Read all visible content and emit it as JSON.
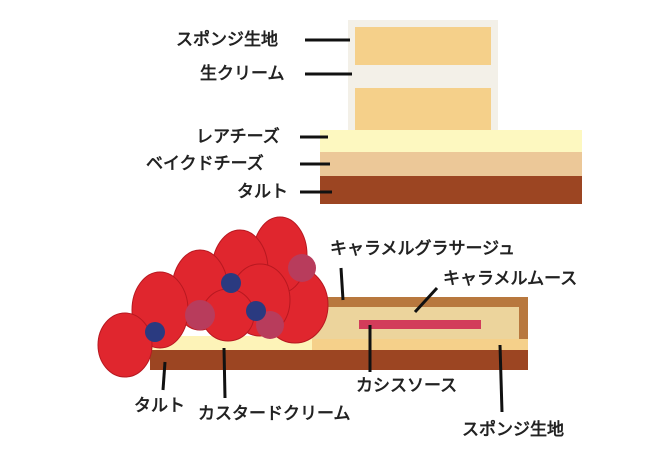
{
  "top_diagram": {
    "labels": [
      "スポンジ生地",
      "生クリーム",
      "レアチーズ",
      "ベイクドチーズ",
      "タルト"
    ]
  },
  "bottom_diagram": {
    "labels": {
      "glaze": "キャラメルグラサージュ",
      "mousse": "キャラメルムース",
      "cassis": "カシスソース",
      "sponge": "スポンジ生地",
      "tart": "タルト",
      "custard": "カスタードクリーム"
    }
  },
  "colors": {
    "sponge": "#f5d08a",
    "cream": "#f3f0e8",
    "rare_cheese": "#fdf8c0",
    "baked_cheese": "#ecc898",
    "tart": "#9c4522",
    "glaze": "#b8783e",
    "mousse": "#ecd49c",
    "cassis": "#d23c5a",
    "strawberry": "#e0262e",
    "blueberry": "#2a3a80",
    "raspberry": "#b83c5c"
  }
}
